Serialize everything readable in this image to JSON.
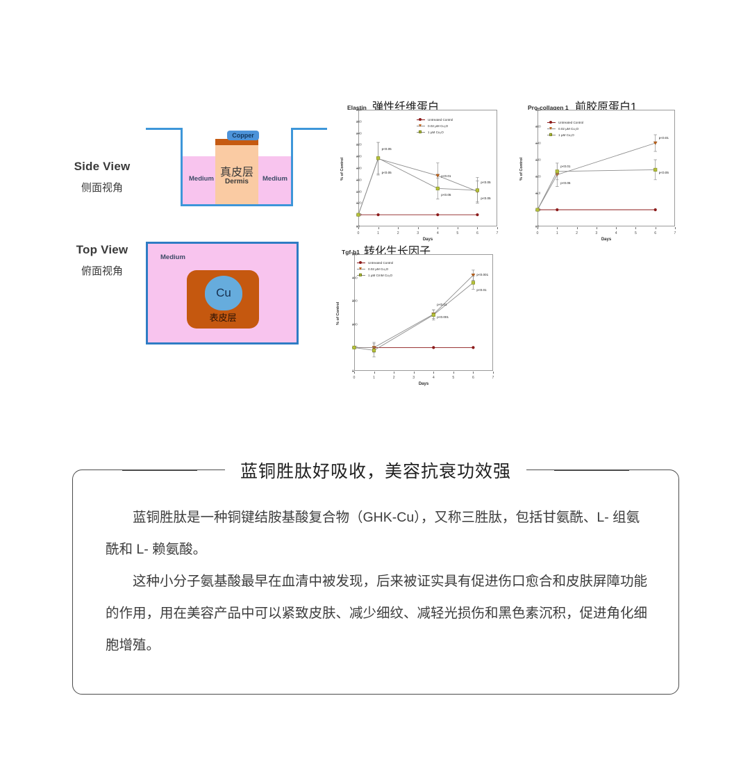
{
  "diagram": {
    "side_view": {
      "en": "Side View",
      "zh": "侧面视角"
    },
    "top_view": {
      "en": "Top View",
      "zh": "俯面视角"
    },
    "copper_chip_label": "Copper",
    "medium_label": "Medium",
    "dermis_zh": "真皮层",
    "dermis_en": "Dermis",
    "cu_label": "Cu",
    "epidermis_zh": "表皮层",
    "colors": {
      "beaker_blue": "#3d96d9",
      "medium_pink": "#F8C4EE",
      "dermis_peach": "#FACBA3",
      "copper_brown": "#C55A11",
      "copper_chip_blue": "#4D93D9",
      "cu_blue": "#66ACDD"
    }
  },
  "chart_data": [
    {
      "id": "elastin",
      "type": "line",
      "title": "弹性纤维蛋白",
      "subtitle": "Elastin",
      "xlabel": "Days",
      "ylabel": "% of Control",
      "xlim": [
        0,
        7
      ],
      "ylim": [
        80,
        280
      ],
      "xticks": [
        0,
        1,
        2,
        3,
        4,
        5,
        6,
        7
      ],
      "yticks": [
        80,
        100,
        120,
        140,
        160,
        180,
        200,
        220,
        240,
        260,
        280
      ],
      "grid": false,
      "legend_position": "top-right",
      "series": [
        {
          "name": "Untreated Control",
          "marker": "circle",
          "color": "#8B1A1A",
          "x": [
            0,
            1,
            4,
            6
          ],
          "values": [
            100,
            100,
            100,
            100
          ],
          "err": [
            0,
            0,
            0,
            0
          ]
        },
        {
          "name": "0.02 µM Cu2O",
          "marker": "triangle",
          "color": "#C0651C",
          "x": [
            0,
            1,
            4,
            6
          ],
          "values": [
            100,
            196,
            167,
            140
          ],
          "err": [
            0,
            28,
            22,
            18
          ]
        },
        {
          "name": "1 µM Cu2O",
          "marker": "square",
          "color": "#B5C13A",
          "x": [
            0,
            1,
            4,
            6
          ],
          "values": [
            100,
            197,
            145,
            142
          ],
          "err": [
            0,
            27,
            18,
            22
          ]
        }
      ],
      "annotations": [
        {
          "text": "p<0.05",
          "x": 1,
          "y": 212
        },
        {
          "text": "p<0.05",
          "x": 1,
          "y": 172
        },
        {
          "text": "p<0.01",
          "x": 4,
          "y": 166
        },
        {
          "text": "p<0.05",
          "x": 4,
          "y": 134
        },
        {
          "text": "p<0.05",
          "x": 6,
          "y": 155
        },
        {
          "text": "p<0.05",
          "x": 6,
          "y": 128
        }
      ]
    },
    {
      "id": "procollagen1",
      "type": "line",
      "title": "前胶原蛋白1",
      "subtitle": "Pro-collagen 1",
      "xlabel": "Days",
      "ylabel": "% of Control",
      "xlim": [
        0,
        7
      ],
      "ylim": [
        90,
        160
      ],
      "xticks": [
        0,
        1,
        2,
        3,
        4,
        5,
        6,
        7
      ],
      "yticks": [
        90,
        100,
        110,
        120,
        130,
        140,
        150,
        160
      ],
      "grid": false,
      "legend_position": "top-left",
      "series": [
        {
          "name": "Untreated Control",
          "marker": "circle",
          "color": "#8B1A1A",
          "x": [
            0,
            1,
            6
          ],
          "values": [
            100,
            100,
            100
          ],
          "err": [
            0,
            0,
            0
          ]
        },
        {
          "name": "0.02 µM Cu2O",
          "marker": "triangle",
          "color": "#C0651C",
          "x": [
            0,
            1,
            6
          ],
          "values": [
            100,
            121,
            140
          ],
          "err": [
            0,
            7,
            5
          ]
        },
        {
          "name": "1 µM Cu2O",
          "marker": "square",
          "color": "#B5C13A",
          "x": [
            0,
            1,
            6
          ],
          "values": [
            100,
            123,
            124
          ],
          "err": [
            0,
            5,
            6
          ]
        }
      ],
      "annotations": [
        {
          "text": "p<0.01",
          "x": 1,
          "y": 126
        },
        {
          "text": "p<0.05",
          "x": 1,
          "y": 116
        },
        {
          "text": "p<0.01",
          "x": 6,
          "y": 143
        },
        {
          "text": "p<0.05",
          "x": 6,
          "y": 122
        }
      ]
    },
    {
      "id": "tgfb1",
      "type": "line",
      "title": "转化生长因子",
      "subtitle": "Tgf-b1",
      "xlabel": "Days",
      "ylabel": "% of Control",
      "xlim": [
        0,
        7
      ],
      "ylim": [
        0,
        500
      ],
      "xticks": [
        0,
        1,
        2,
        3,
        4,
        5,
        6,
        7
      ],
      "yticks": [
        0,
        100,
        200,
        300,
        400,
        500
      ],
      "grid": false,
      "legend_position": "top-left",
      "series": [
        {
          "name": "Untreated Control",
          "marker": "circle",
          "color": "#8B1A1A",
          "x": [
            0,
            1,
            4,
            6
          ],
          "values": [
            100,
            100,
            100,
            100
          ],
          "err": [
            0,
            0,
            0,
            0
          ]
        },
        {
          "name": "0.02 µM Cu2O",
          "marker": "triangle",
          "color": "#C0651C",
          "x": [
            0,
            1,
            4,
            6
          ],
          "values": [
            100,
            100,
            243,
            410
          ],
          "err": [
            0,
            22,
            18,
            22
          ]
        },
        {
          "name": "1 µM CmM Cu2O",
          "marker": "square",
          "color": "#B5C13A",
          "x": [
            0,
            1,
            4,
            6
          ],
          "values": [
            100,
            88,
            240,
            378
          ],
          "err": [
            0,
            28,
            22,
            28
          ]
        }
      ],
      "annotations": [
        {
          "text": "p<0.01",
          "x": 4,
          "y": 282
        },
        {
          "text": "p<0.001",
          "x": 4,
          "y": 228
        },
        {
          "text": "p<0.001",
          "x": 6,
          "y": 410
        },
        {
          "text": "p<0.01",
          "x": 6,
          "y": 345
        }
      ]
    }
  ],
  "card": {
    "title": "蓝铜胜肽好吸收，美容抗衰功效强",
    "paragraphs": [
      "蓝铜胜肽是一种铜键结胺基酸复合物（GHK-Cu），又称三胜肽，包括甘氨酰、L- 组氨酰和 L- 赖氨酸。",
      "这种小分子氨基酸最早在血清中被发现，后来被证实具有促进伤口愈合和皮肤屏障功能的作用，用在美容产品中可以紧致皮肤、减少细纹、减轻光损伤和黑色素沉积，促进角化细胞增殖。"
    ]
  }
}
